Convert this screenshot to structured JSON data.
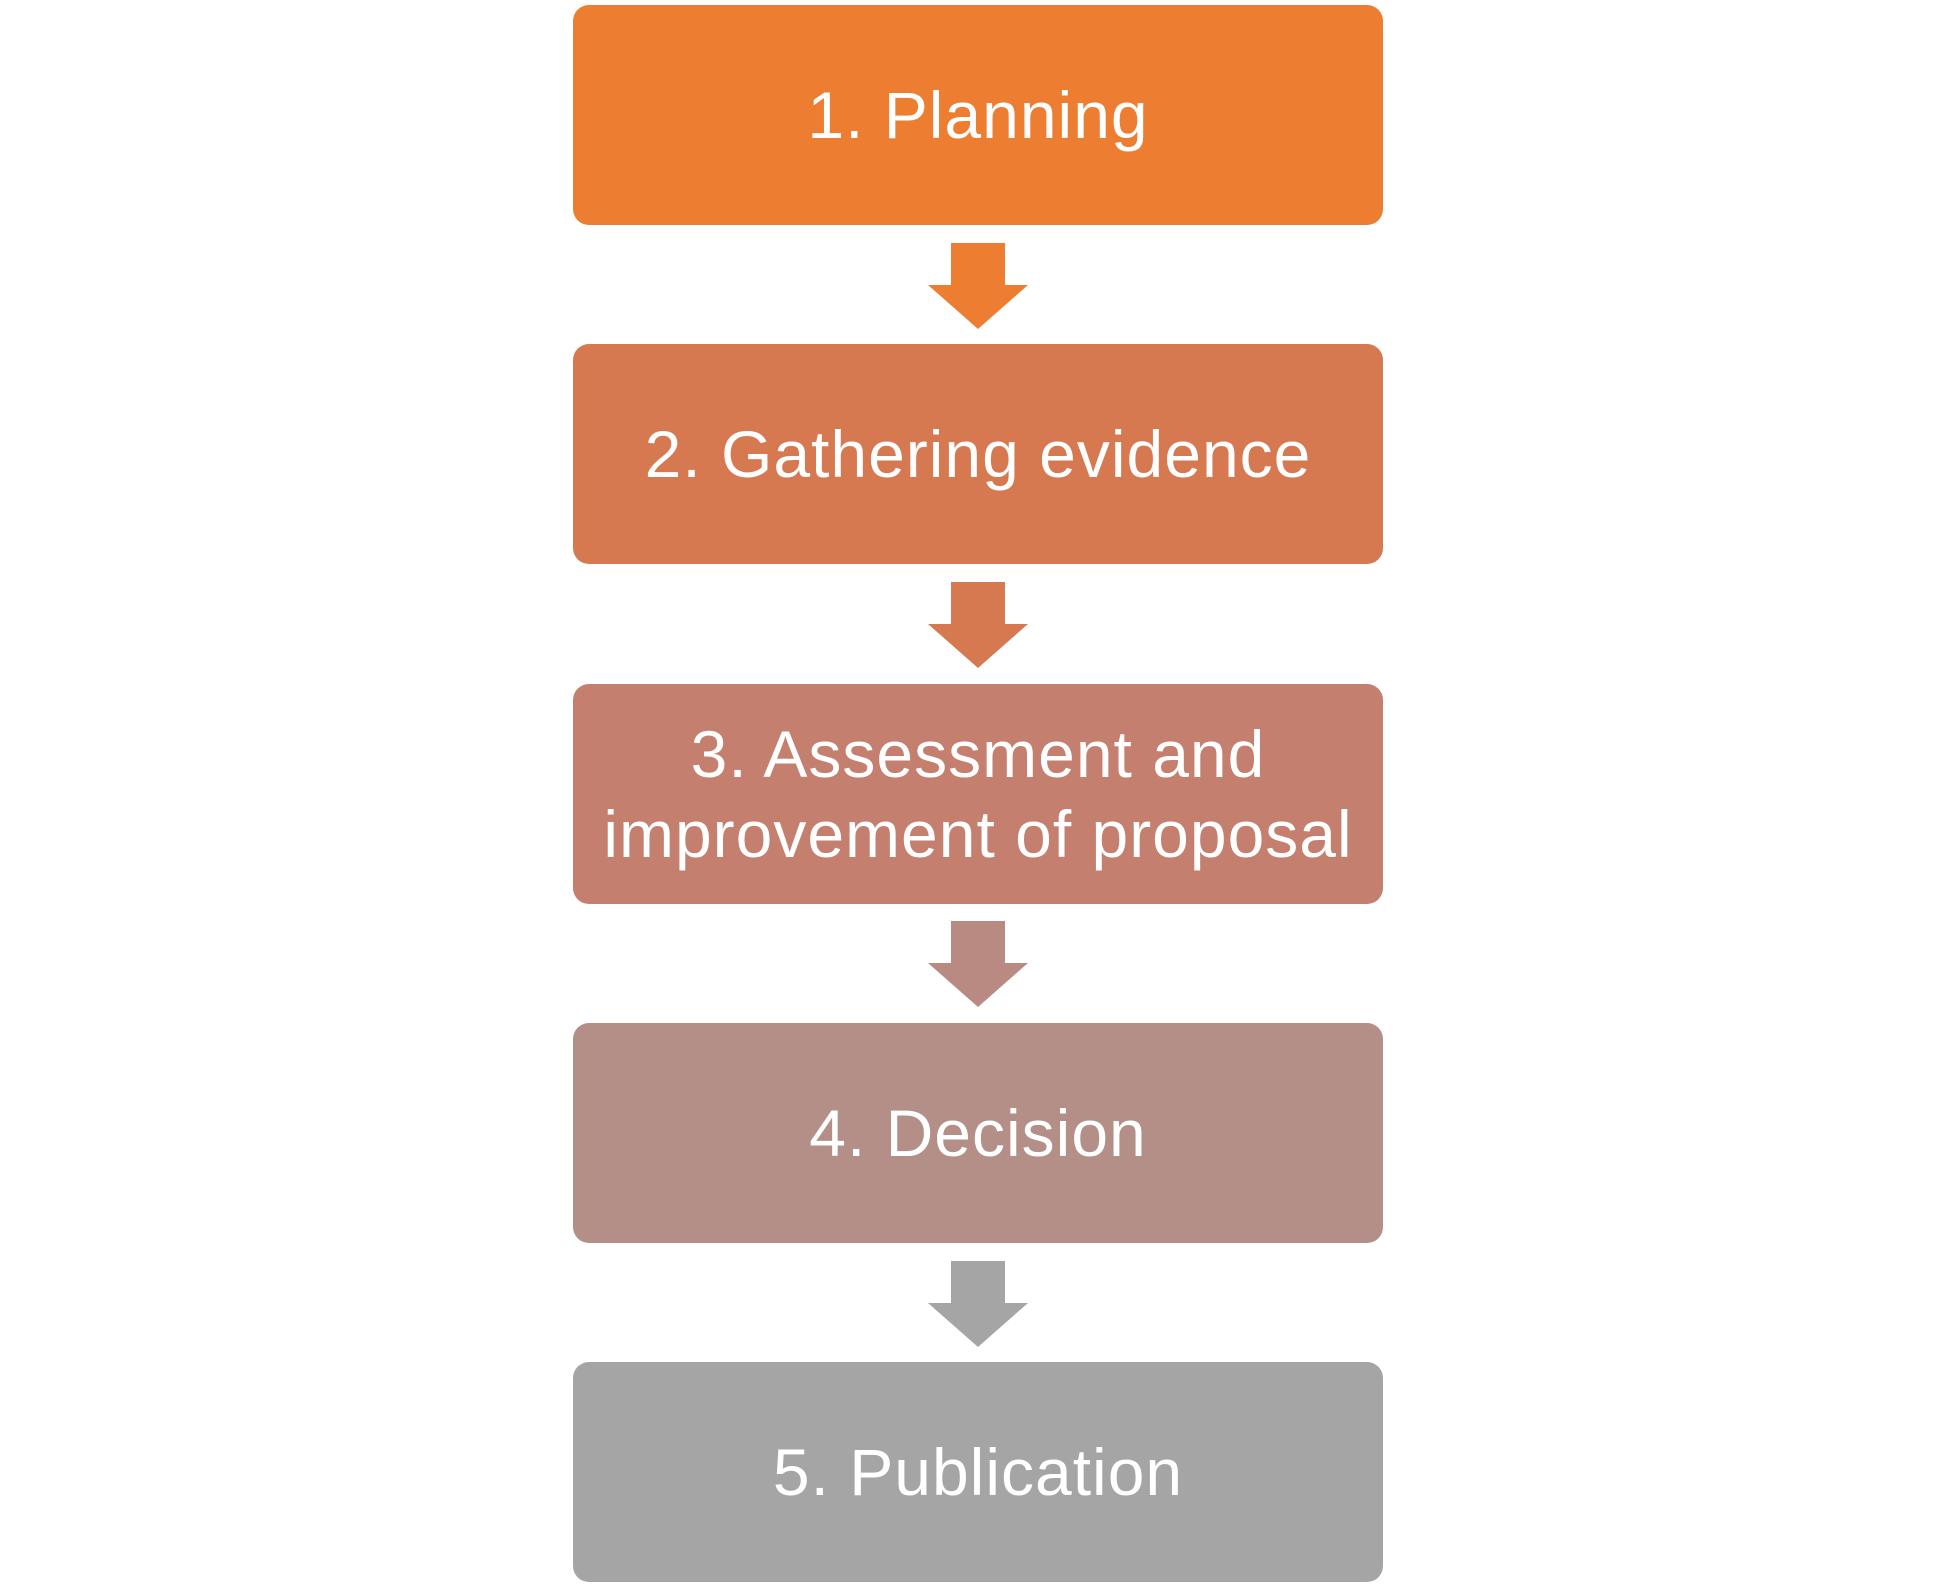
{
  "steps": [
    {
      "label": "1. Planning",
      "color": "#ED7D31"
    },
    {
      "label": "2. Gathering evidence",
      "color": "#D67951"
    },
    {
      "label": "3. Assessment and improvement of proposal",
      "color": "#C47F6F"
    },
    {
      "label": "4. Decision",
      "color": "#B38F88"
    },
    {
      "label": "5. Publication",
      "color": "#A5A5A5"
    }
  ],
  "arrows": [
    {
      "icon": "down-arrow-icon",
      "color": "#ED7D31"
    },
    {
      "icon": "down-arrow-icon",
      "color": "#D67951"
    },
    {
      "icon": "down-arrow-icon",
      "color": "#B88A82"
    },
    {
      "icon": "down-arrow-icon",
      "color": "#A5A5A5"
    }
  ]
}
